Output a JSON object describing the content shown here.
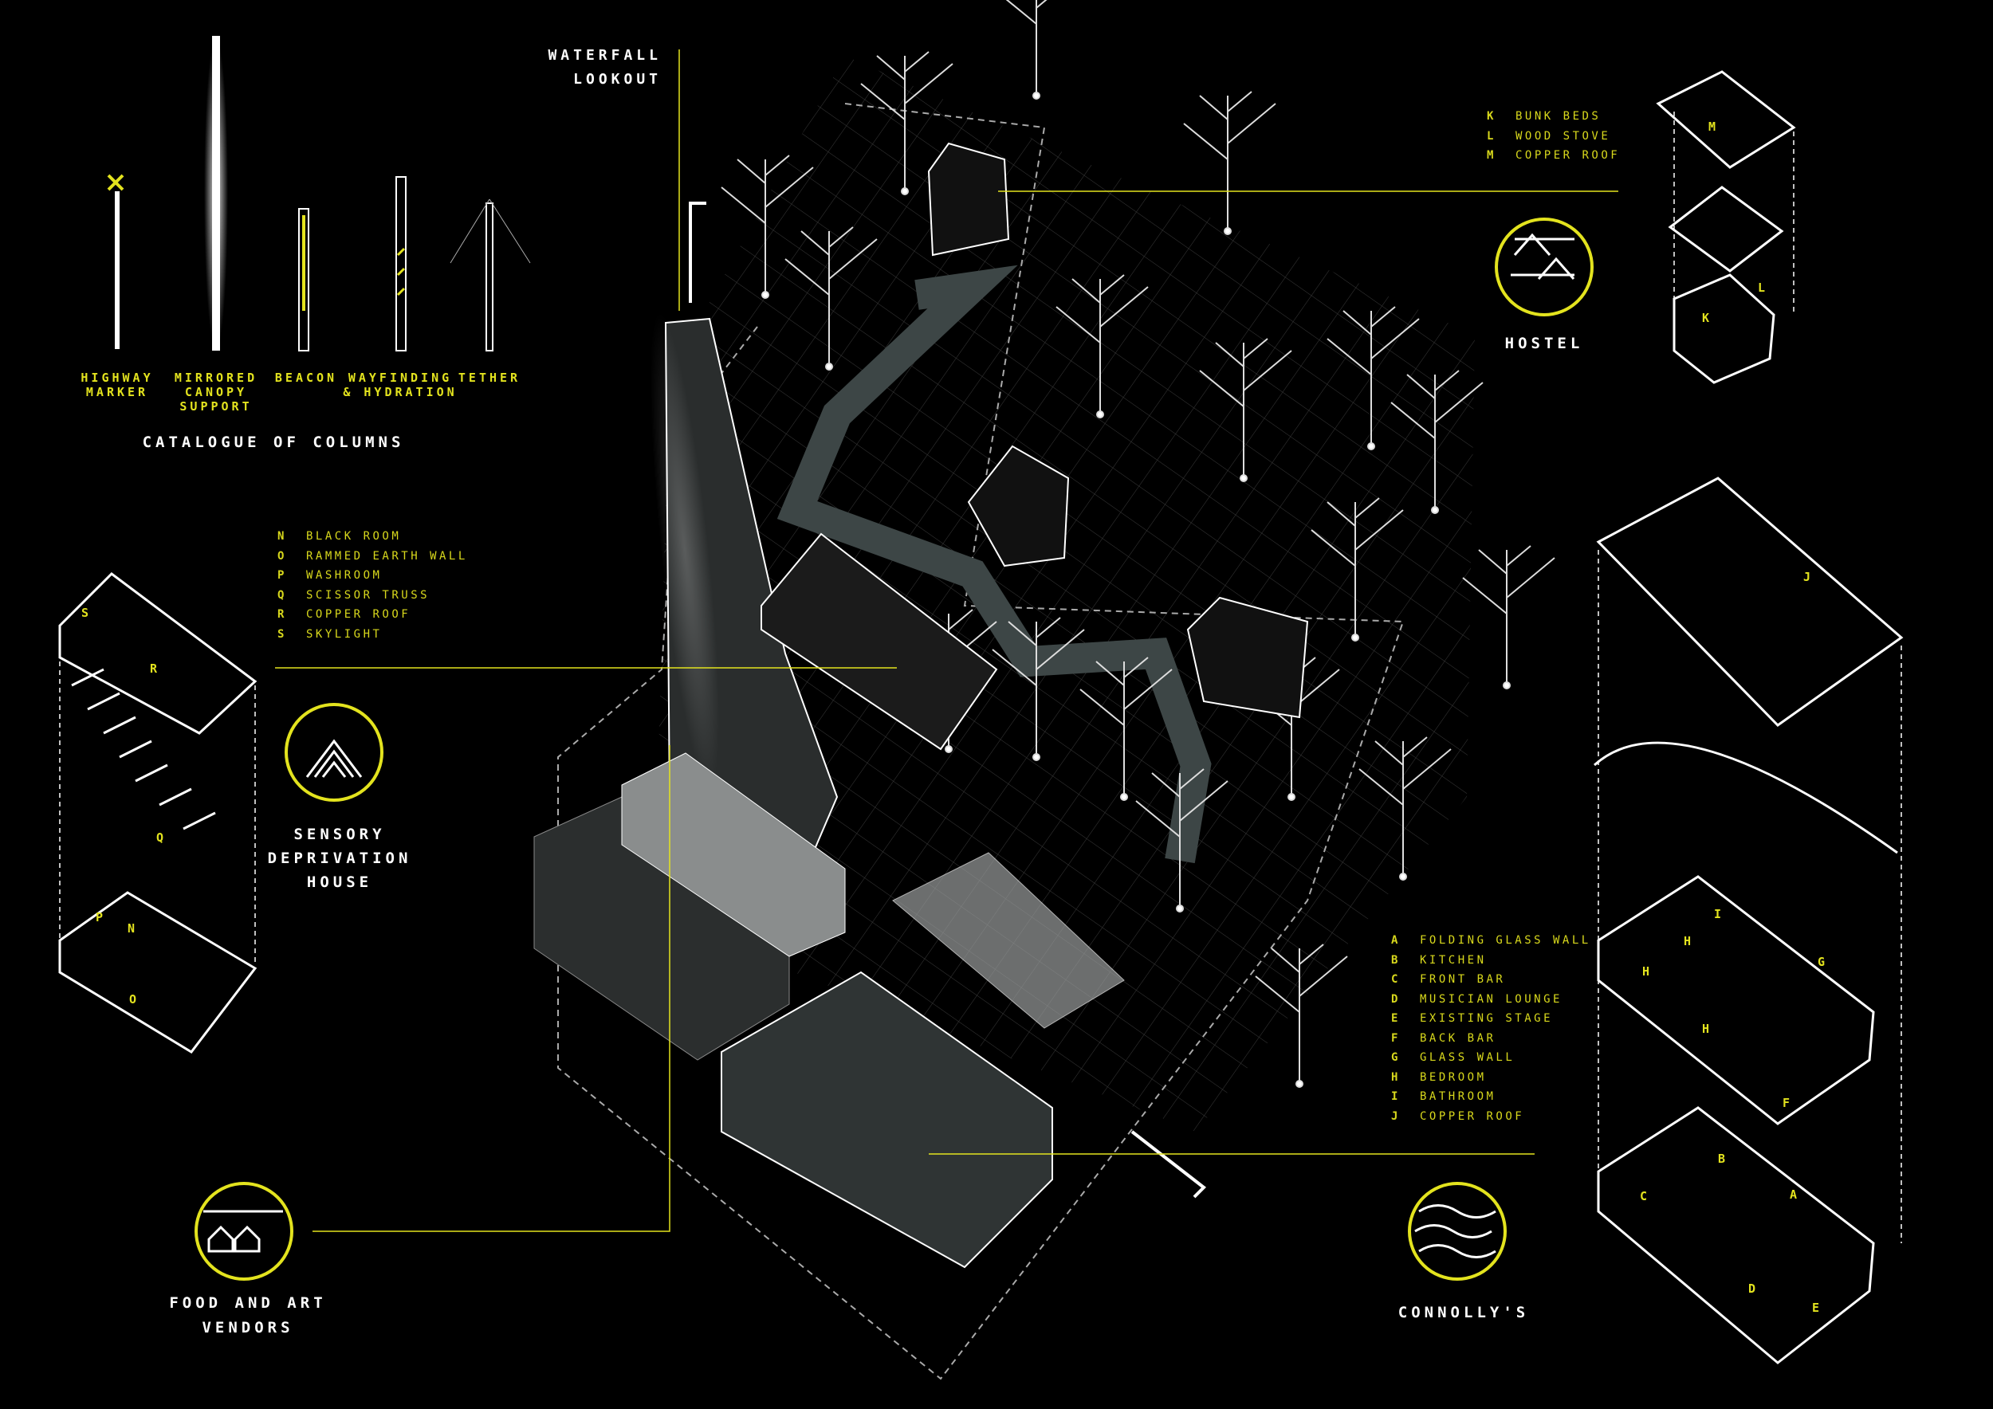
{
  "colors": {
    "accent": "#e3e31e",
    "line": "#ffffff",
    "background": "#000000"
  },
  "columns": {
    "title": "CATALOGUE OF COLUMNS",
    "items": [
      {
        "label": "HIGHWAY\nMARKER"
      },
      {
        "label": "MIRRORED\nCANOPY\nSUPPORT"
      },
      {
        "label": "BEACON"
      },
      {
        "label": "WAYFINDING\n& HYDRATION"
      },
      {
        "label": "TETHER"
      }
    ]
  },
  "waterfall": {
    "label": "WATERFALL\nLOOKOUT"
  },
  "hostel": {
    "title": "HOSTEL",
    "legend": [
      {
        "key": "K",
        "label": "BUNK BEDS"
      },
      {
        "key": "L",
        "label": "WOOD STOVE"
      },
      {
        "key": "M",
        "label": "COPPER ROOF"
      }
    ],
    "tags": [
      "M",
      "K",
      "L"
    ]
  },
  "sensory": {
    "title": "SENSORY\nDEPRIVATION\nHOUSE",
    "legend": [
      {
        "key": "N",
        "label": "BLACK ROOM"
      },
      {
        "key": "O",
        "label": "RAMMED EARTH WALL"
      },
      {
        "key": "P",
        "label": "WASHROOM"
      },
      {
        "key": "Q",
        "label": "SCISSOR TRUSS"
      },
      {
        "key": "R",
        "label": "COPPER ROOF"
      },
      {
        "key": "S",
        "label": "SKYLIGHT"
      }
    ],
    "tags": [
      "S",
      "R",
      "Q",
      "P",
      "N",
      "O"
    ]
  },
  "food": {
    "title": "FOOD AND ART\nVENDORS"
  },
  "connollys": {
    "title": "CONNOLLY'S",
    "legend": [
      {
        "key": "A",
        "label": "FOLDING GLASS WALL"
      },
      {
        "key": "B",
        "label": "KITCHEN"
      },
      {
        "key": "C",
        "label": "FRONT BAR"
      },
      {
        "key": "D",
        "label": "MUSICIAN LOUNGE"
      },
      {
        "key": "E",
        "label": "EXISTING STAGE"
      },
      {
        "key": "F",
        "label": "BACK BAR"
      },
      {
        "key": "G",
        "label": "GLASS WALL"
      },
      {
        "key": "H",
        "label": "BEDROOM"
      },
      {
        "key": "I",
        "label": "BATHROOM"
      },
      {
        "key": "J",
        "label": "COPPER ROOF"
      }
    ],
    "tags": [
      "J",
      "I",
      "H",
      "H",
      "H",
      "G",
      "F",
      "B",
      "C",
      "A",
      "D",
      "E"
    ]
  }
}
